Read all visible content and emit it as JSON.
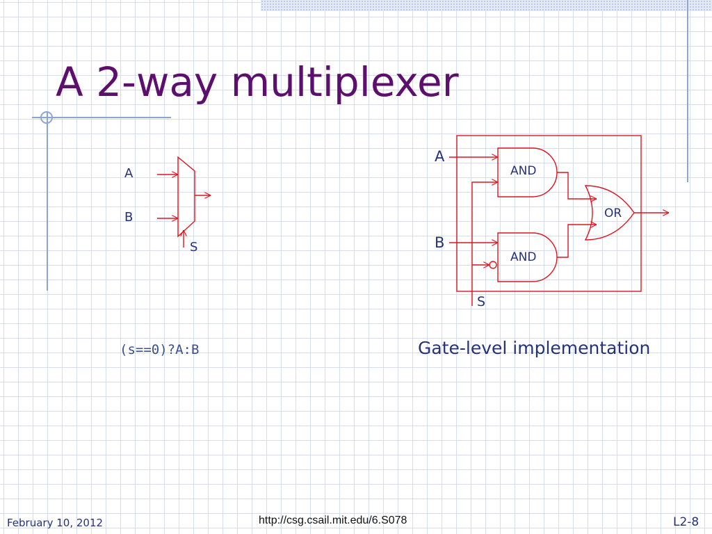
{
  "slide": {
    "title": "A 2-way multiplexer"
  },
  "mux_symbol": {
    "input_a": "A",
    "input_b": "B",
    "select": "S"
  },
  "gate_circuit": {
    "input_a": "A",
    "input_b": "B",
    "select": "S",
    "gate_top": "AND",
    "gate_bottom": "AND",
    "gate_out": "OR"
  },
  "expression": "(s==0)?A:B",
  "caption": "Gate-level implementation",
  "footer": {
    "date": "February 10, 2012",
    "url": "http://csg.csail.mit.edu/6.S078",
    "page": "L2-8"
  },
  "colors": {
    "title": "#5d0f6d",
    "circuit": "#e0141e",
    "text": "#24327a",
    "accent_lines": "#8ea4d4"
  }
}
